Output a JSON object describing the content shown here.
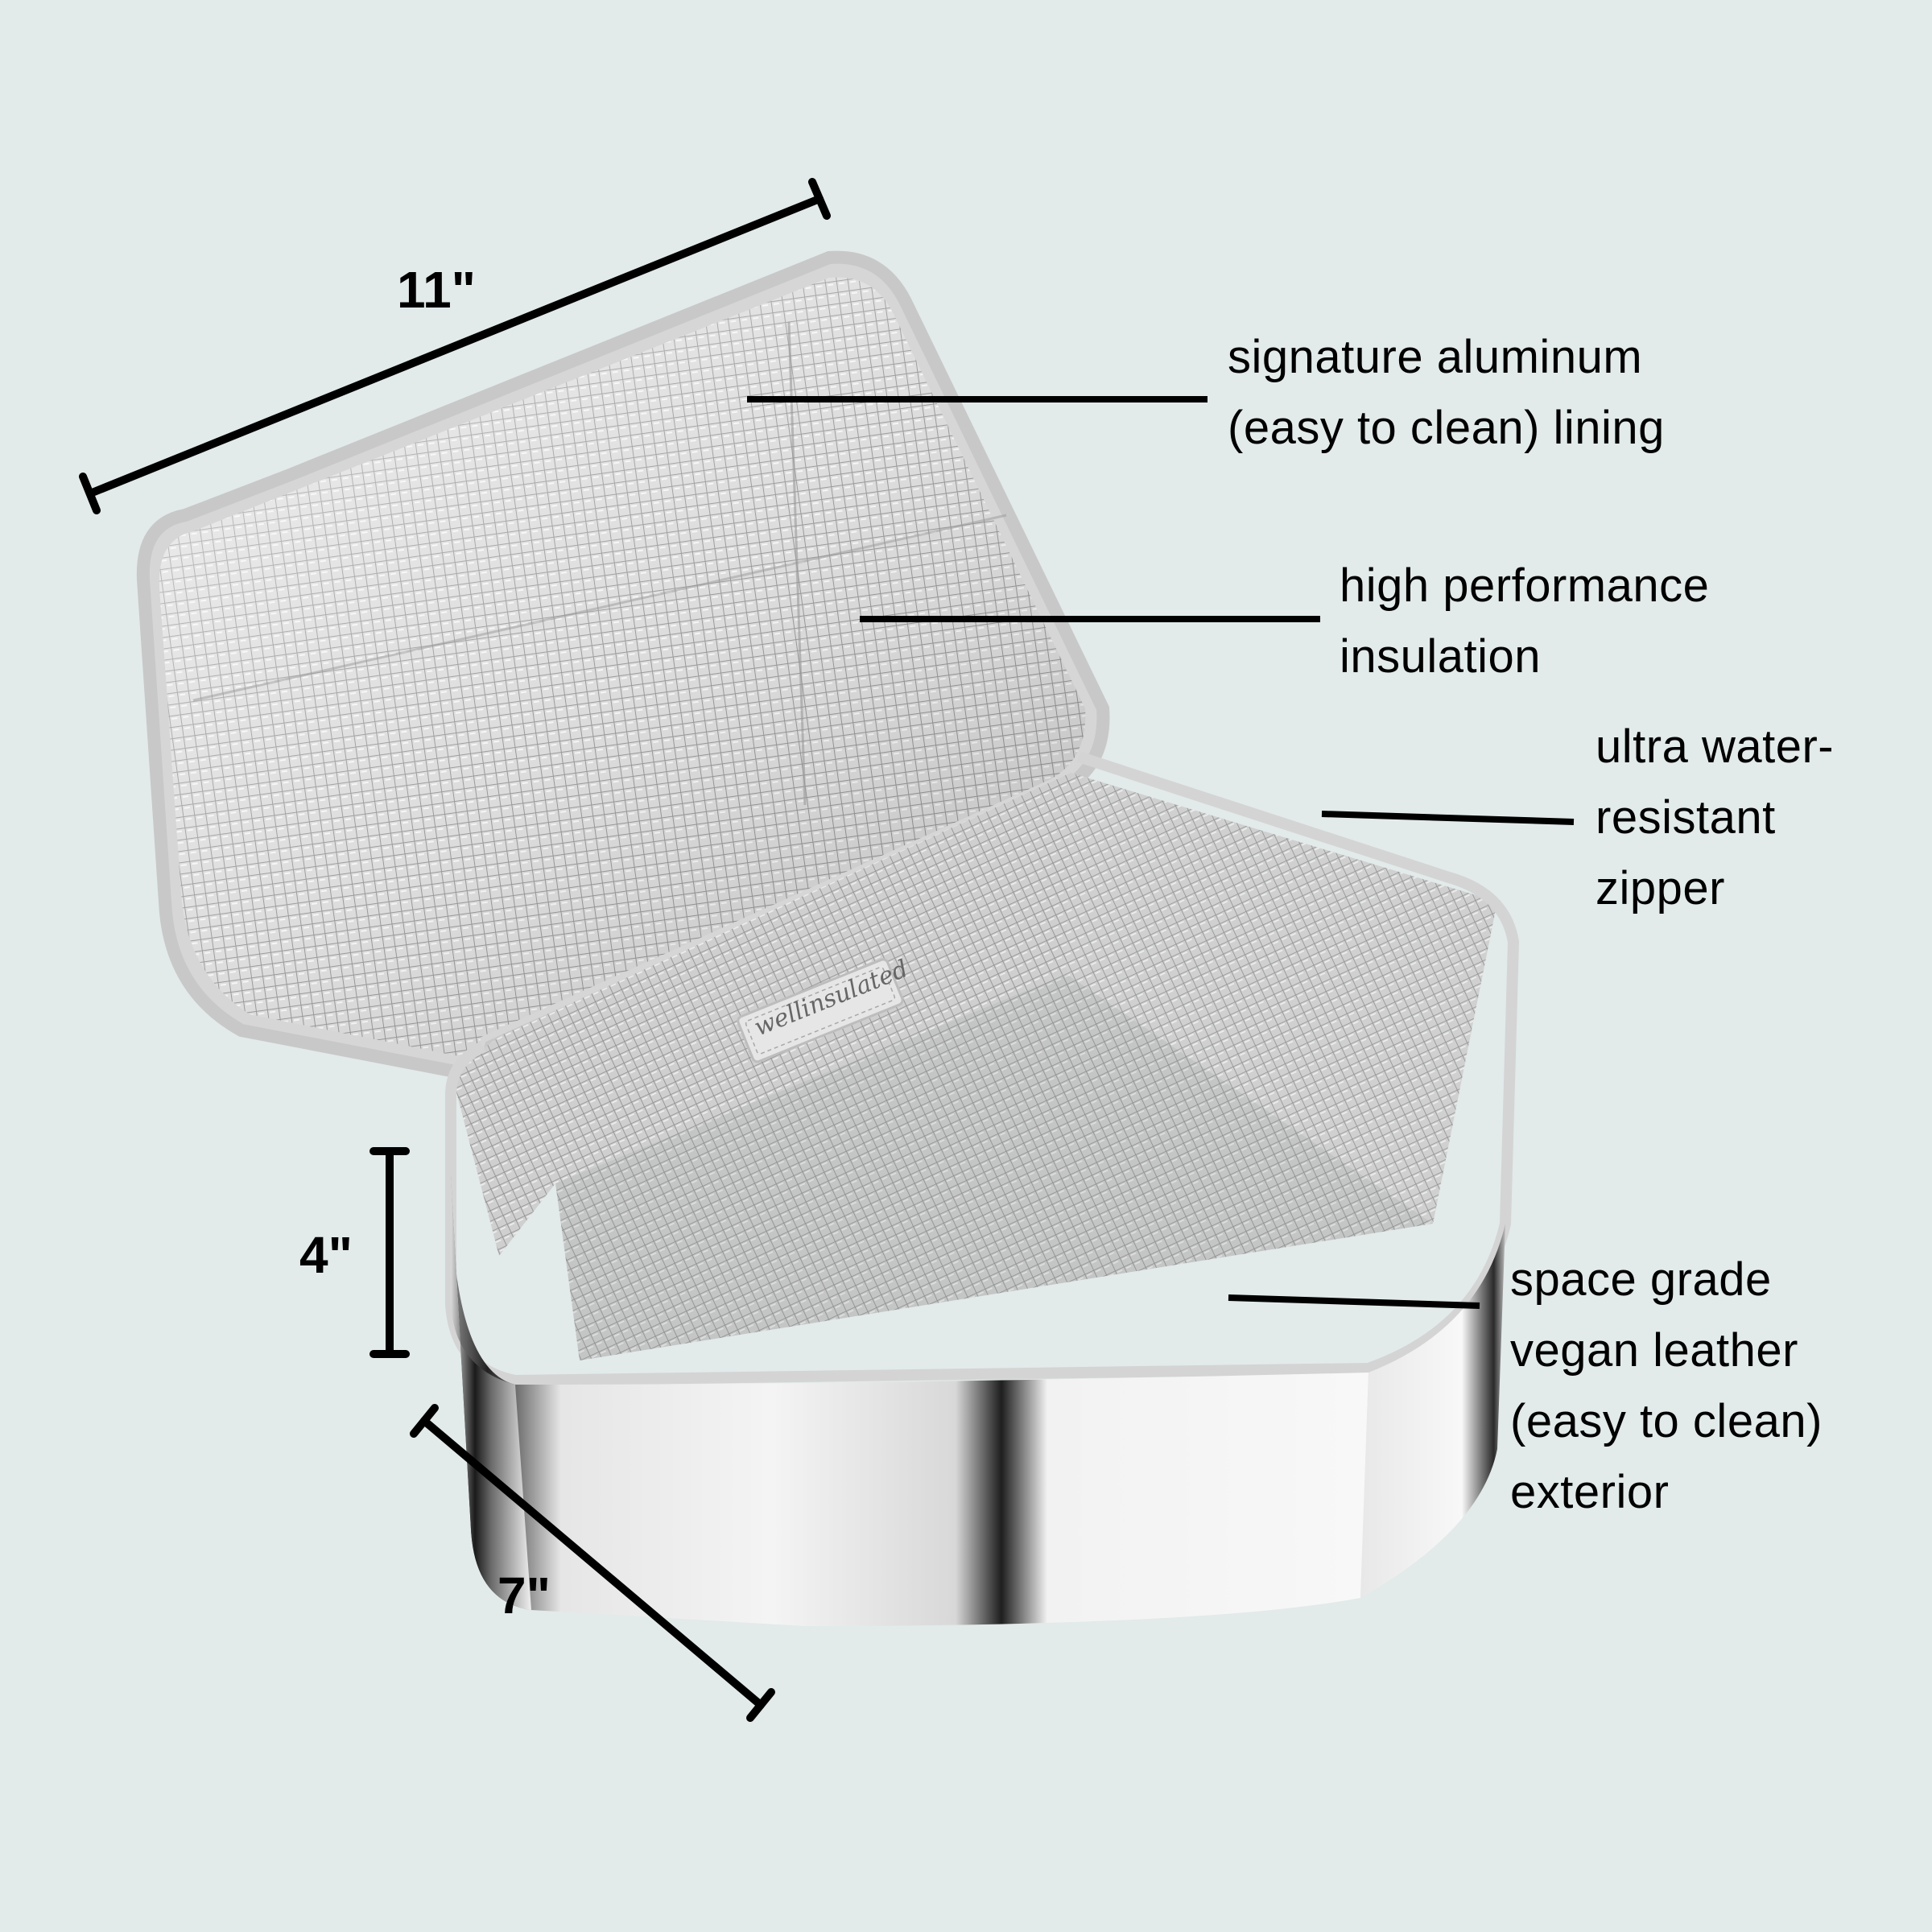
{
  "background_color": "#e2eaea",
  "product": {
    "name": "insulated lunch bag",
    "brand_tag": "wellinsulated",
    "exterior_color": "mirror silver",
    "lining_color": "#c8c8c8",
    "zipper_color": "#d6d6d6"
  },
  "dimensions": {
    "length": "11\"",
    "height": "4\"",
    "width": "7\""
  },
  "callouts": [
    {
      "id": "lining",
      "lines": [
        "signature aluminum",
        "(easy to clean) lining"
      ]
    },
    {
      "id": "insulation",
      "lines": [
        "high performance",
        "insulation"
      ]
    },
    {
      "id": "zipper",
      "lines": [
        "ultra water-",
        "resistant",
        "zipper"
      ]
    },
    {
      "id": "exterior",
      "lines": [
        "space grade",
        "vegan leather",
        "(easy to clean)",
        "exterior"
      ]
    }
  ]
}
